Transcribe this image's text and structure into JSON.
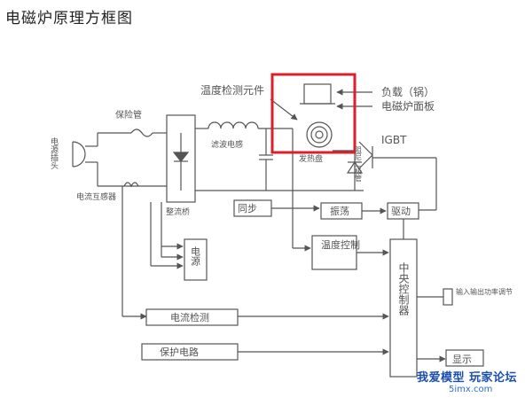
{
  "title": "电磁炉原理方框图",
  "labels": {
    "plug": "电源插头",
    "fuse": "保险管",
    "current_transformer": "电流互感器",
    "bridge": "整流桥",
    "filter_inductor": "滤波电感",
    "temp_sensor": "温度检测元件",
    "coil": "发热盘",
    "load": "负载（锅）",
    "panel": "电磁炉面板",
    "igbt": "IGBT",
    "damper": "阻尼二极管",
    "sync": "同步",
    "oscillator": "振荡",
    "driver": "驱动",
    "temp_control": "温度控制",
    "power_supply": "电源",
    "cpu": "中央控制器",
    "power_adjust": "输入输出功率调节",
    "current_detect": "电流检测",
    "protection": "保护电路",
    "display": "显示"
  },
  "watermark": {
    "line1": "我爱模型 玩家论坛",
    "line2": "5imx.com"
  },
  "colors": {
    "line": "#555555",
    "highlight": "#d9202c",
    "watermark": "#1a4fb0"
  }
}
